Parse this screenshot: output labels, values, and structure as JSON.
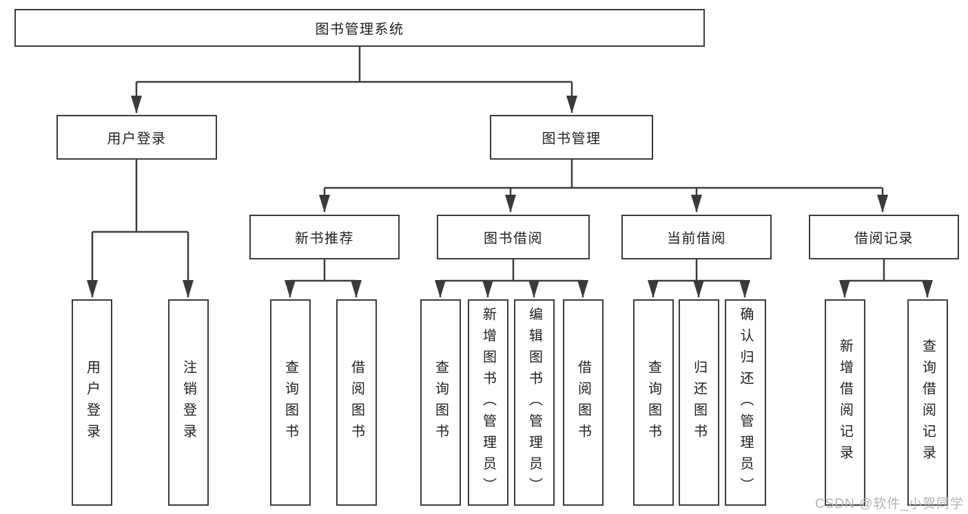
{
  "diagram": {
    "root": {
      "label": "图书管理系统"
    },
    "level2": {
      "user_login": {
        "label": "用户登录"
      },
      "book_mgmt": {
        "label": "图书管理"
      }
    },
    "level3": {
      "new_books": {
        "label": "新书推荐"
      },
      "book_borrow": {
        "label": "图书借阅"
      },
      "current_borrow": {
        "label": "当前借阅"
      },
      "borrow_records": {
        "label": "借阅记录"
      }
    },
    "leaves": {
      "user_login": [
        "用户登录",
        "注销登录"
      ],
      "new_books": [
        "查询图书",
        "借阅图书"
      ],
      "book_borrow": [
        "查询图书",
        "新增图书（管理员）",
        "编辑图书（管理员）",
        "借阅图书"
      ],
      "current_borrow": [
        "查询图书",
        "归还图书",
        "确认归还（管理员）"
      ],
      "borrow_records": [
        "新增借阅记录",
        "查询借阅记录"
      ]
    },
    "colors": {
      "line": "#3a3a3a",
      "text": "#1f1f1f",
      "box-bg": "#ffffff",
      "watermark": "#b3b3b3"
    },
    "watermark": "CSDN @软件_小贺同学"
  }
}
